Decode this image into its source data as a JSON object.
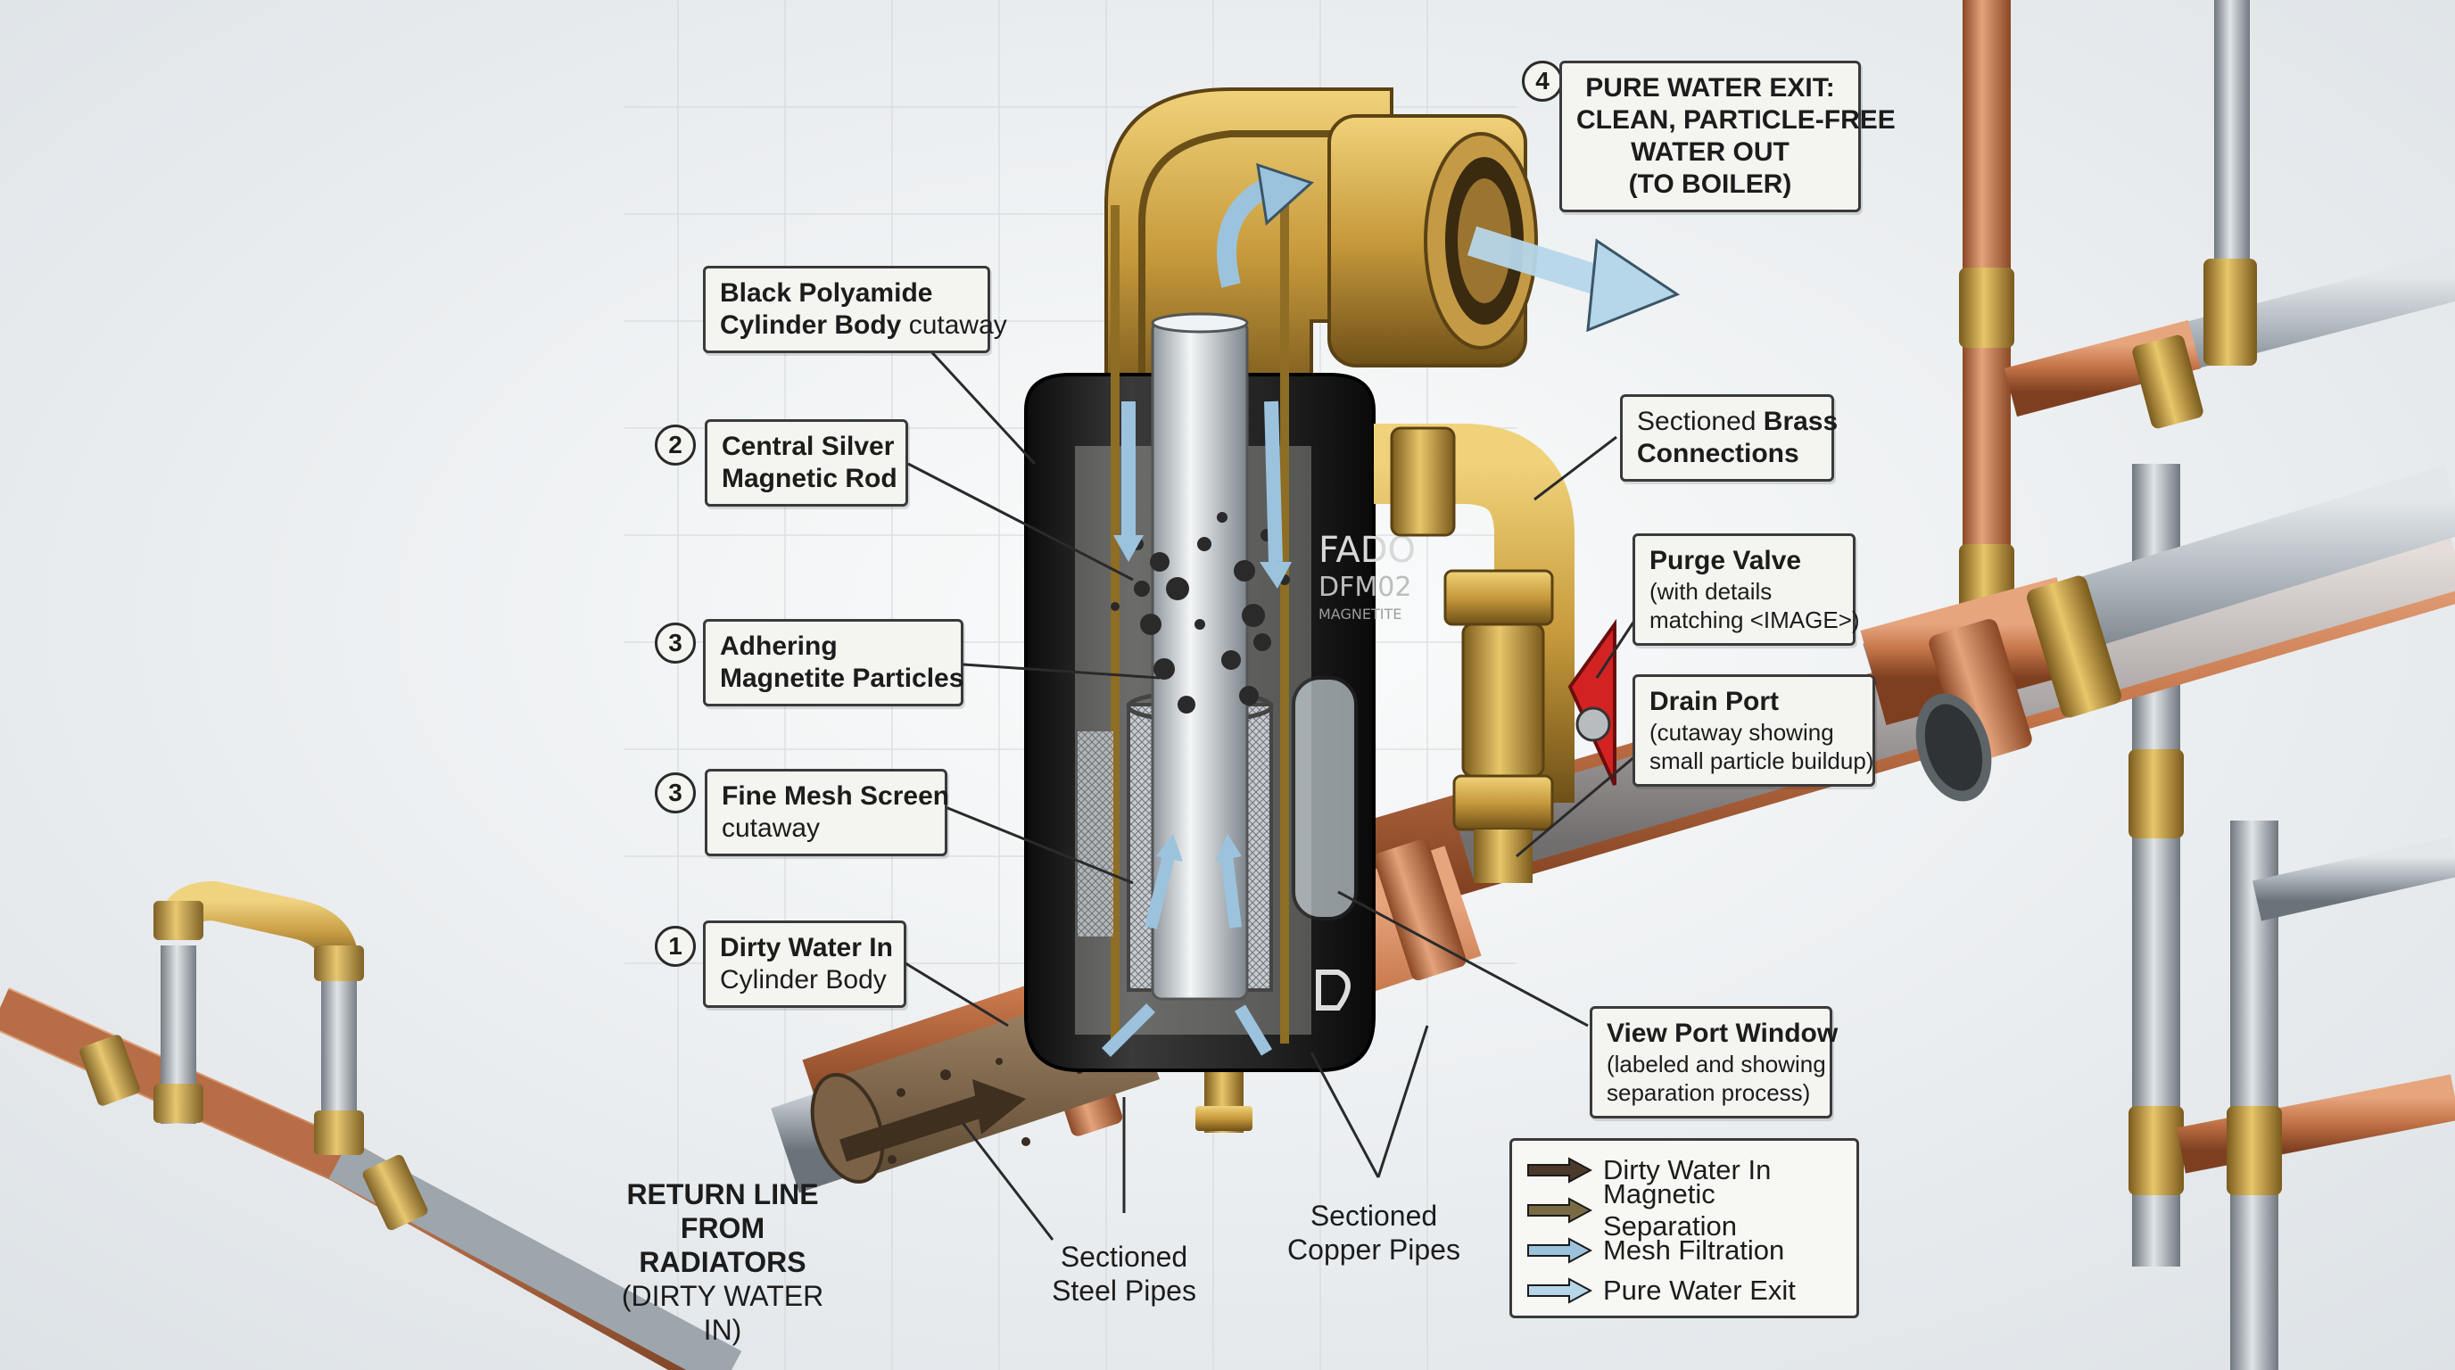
{
  "labels": {
    "pure_exit": [
      "PURE WATER EXIT:",
      "CLEAN, PARTICLE-FREE",
      "WATER OUT",
      "(TO BOILER)"
    ],
    "body": {
      "line1": "Black Polyamide",
      "line2_bold": "Cylinder Body",
      "line2_rest": " cutaway"
    },
    "rod": [
      "Central Silver",
      "Magnetic Rod"
    ],
    "particles": [
      "Adhering",
      "Magnetite Particles"
    ],
    "mesh": {
      "line1": "Fine Mesh Screen",
      "line2": "cutaway"
    },
    "dirty": {
      "line1": "Dirty Water In",
      "line2": "Cylinder Body"
    },
    "brass": {
      "line1_rest": "Sectioned ",
      "line1_bold": "Brass",
      "line2": "Connections"
    },
    "purge": {
      "title": "Purge Valve",
      "line1": "(with details",
      "line2": "matching <IMAGE>)"
    },
    "drain": {
      "title": "Drain Port",
      "line1": "(cutaway showing",
      "line2": "small particle buildup)"
    },
    "viewport": {
      "title": "View Port Window",
      "line1": "(labeled and showing",
      "line2": "separation process)"
    },
    "return_line": [
      "RETURN LINE",
      "FROM RADIATORS",
      "(DIRTY WATER IN)"
    ],
    "steel": [
      "Sectioned",
      "Steel Pipes"
    ],
    "copper": [
      "Sectioned",
      "Copper Pipes"
    ]
  },
  "step_numbers": {
    "exit": "4",
    "rod": "2",
    "particles": "3",
    "mesh": "3",
    "dirty": "1"
  },
  "device_branding": [
    "FADO",
    "DFM02",
    "MAGNETITE"
  ],
  "legend": [
    {
      "label": "Dirty Water In",
      "color": "#4a3a2a"
    },
    {
      "label": "Magnetic Separation",
      "color": "#7a6a44"
    },
    {
      "label": "Mesh Filtration",
      "color": "#9cc3dd"
    },
    {
      "label": "Pure Water Exit",
      "color": "#b6d6ea"
    }
  ],
  "colors": {
    "copper": "#c6764a",
    "brass": "#c79a3c",
    "steel": "#a9b1b8",
    "body": "#1f1f1f",
    "valve_handle": "#d32222"
  }
}
